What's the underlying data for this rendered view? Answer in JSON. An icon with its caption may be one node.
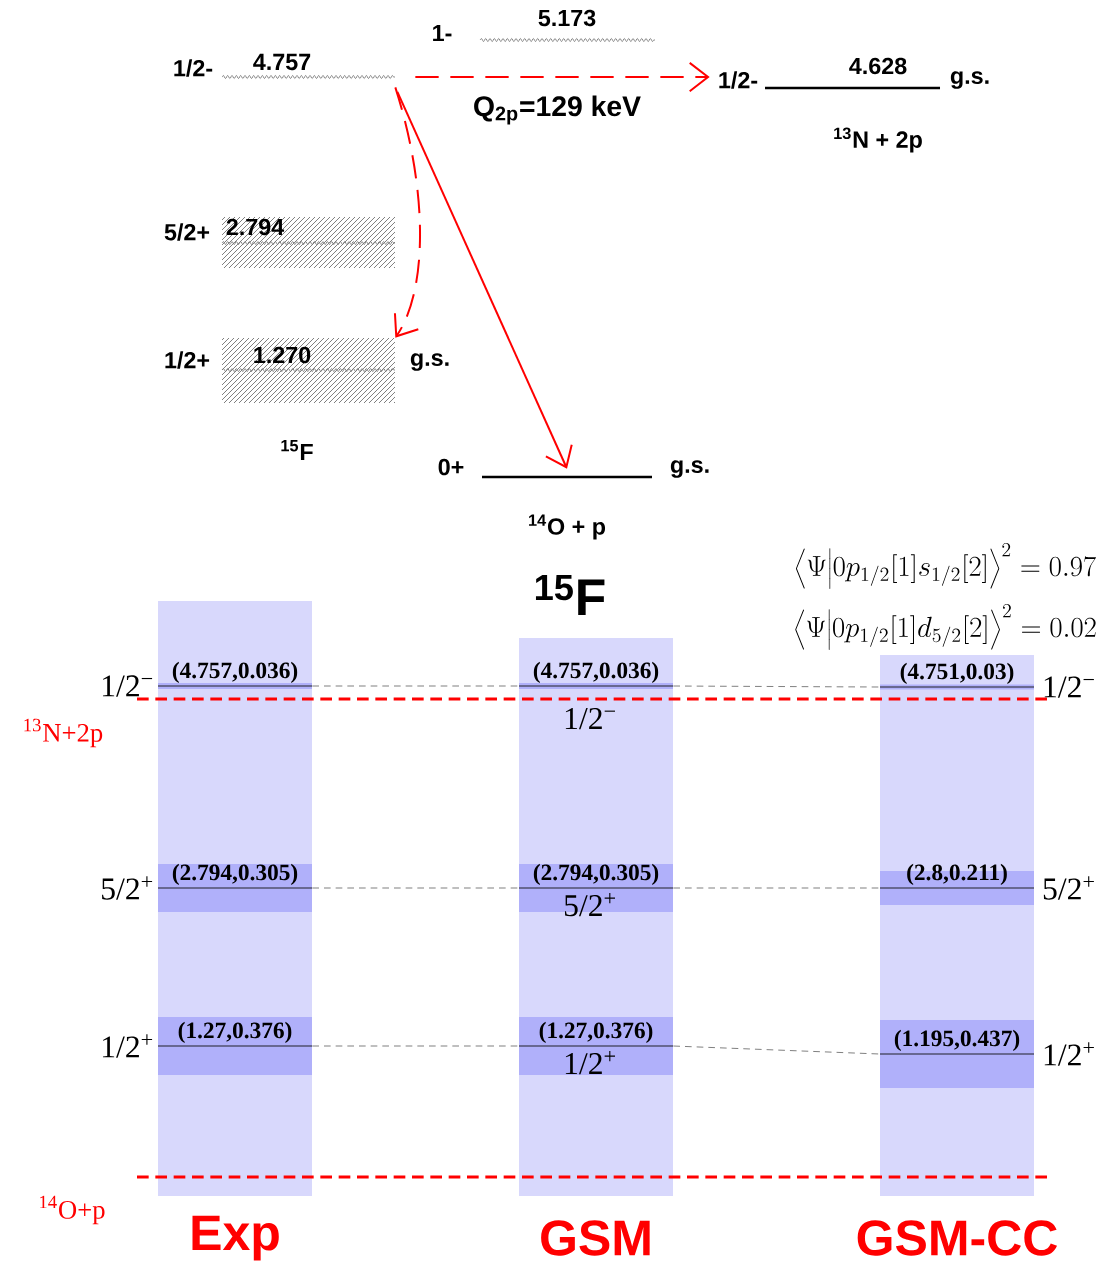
{
  "diagram": {
    "nodes": [
      {
        "text": [
          "1/2-",
          "4.757"
        ]
      },
      {
        "text": [
          "1-",
          "5.173"
        ]
      },
      {
        "text": [
          "1/2-",
          "4.628",
          "g.s."
        ],
        "beside": [
          "$^{13}$N + 2p"
        ]
      },
      {
        "text": [
          "5/2+",
          "2.794"
        ]
      },
      {
        "text": [
          "1/2+",
          "1.270",
          "g.s."
        ]
      },
      {
        "text": [
          "0+",
          "g.s."
        ],
        "beside": [
          "$^{14}$O + p"
        ]
      },
      {
        "text": [
          "Exp"
        ]
      },
      {
        "text": [
          "(4.757,0.036)"
        ],
        "in": 6,
        "beside": [
          "1/2$^{−}$"
        ]
      },
      {
        "text": [
          "(2.794,0.305)"
        ],
        "in": 6,
        "beside": [
          "5/2$^{+}$"
        ]
      },
      {
        "text": [
          "(1.27,0.376)"
        ],
        "in": 6,
        "beside": [
          "1/2$^{+}$"
        ]
      },
      {
        "text": [
          "GSM"
        ]
      },
      {
        "text": [
          "(4.757,0.036)",
          "1/2$^{−}$"
        ],
        "in": 10
      },
      {
        "text": [
          "(2.794,0.305)",
          "5/2$^{+}$"
        ],
        "in": 10
      },
      {
        "text": [
          "(1.27,0.376)",
          "1/2$^{+}$"
        ],
        "in": 10
      },
      {
        "text": [
          "GSM-CC"
        ]
      },
      {
        "text": [
          "(4.751,0.03)"
        ],
        "in": 14,
        "beside": [
          "1/2$^{−}$"
        ]
      },
      {
        "text": [
          "(2.8,0.211)"
        ],
        "in": 14,
        "beside": [
          "5/2$^{+}$"
        ]
      },
      {
        "text": [
          "(1.195,0.437)"
        ],
        "in": 14,
        "beside": [
          "1/2$^{+}$"
        ]
      }
    ],
    "edges": [
      {
        "from": 0,
        "to": 2,
        "arrow": "to",
        "label": "Q$_{2p}$=129 keV",
        "style": "dashed",
        "color": "#ff0000"
      },
      {
        "from": 0,
        "to": 4,
        "arrow": "to",
        "style": "dashed",
        "color": "#ff0000"
      },
      {
        "from": 0,
        "to": 5,
        "arrow": "to",
        "color": "#ff0000"
      },
      {
        "from": 7,
        "to": 11,
        "arrow": "none",
        "style": "dashed"
      },
      {
        "from": 11,
        "to": 15,
        "arrow": "none",
        "style": "dashed"
      },
      {
        "from": 8,
        "to": 12,
        "arrow": "none",
        "style": "dashed"
      },
      {
        "from": 12,
        "to": 16,
        "arrow": "none",
        "style": "dashed"
      },
      {
        "from": 9,
        "to": 13,
        "arrow": "none",
        "style": "dashed"
      },
      {
        "from": 13,
        "to": 17,
        "arrow": "none",
        "style": "dashed"
      }
    ],
    "labels": [
      "$^{15}$F",
      "$^{15}$F",
      "\\left\\langle \\Psi \\middle| 0p_{1/2}[1]s_{1/2}[2] \\right\\rangle^{2} = 0.97",
      "\\left\\langle \\Psi \\middle| 0p_{1/2}[1]d_{5/2}[2] \\right\\rangle^{2} = 0.02",
      "$^{13}$N+2p",
      "$^{14}$O+p"
    ]
  }
}
